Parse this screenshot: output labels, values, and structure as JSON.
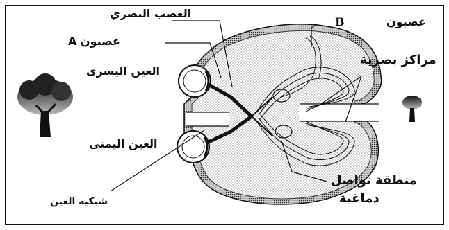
{
  "labels": {
    "optic_nerve": "العصب البصري",
    "neuron_a": "عصبون A",
    "neuron_b": "عصبون",
    "letter_b": "B",
    "left_eye": "العين اليسرى",
    "right_eye": "العين اليمنى",
    "retina": "شبكية العين",
    "visual_centers": "مراكز بصرية",
    "contact_zone_line1": "منطقة تواصل",
    "contact_zone_line2": "دماغية"
  },
  "icons": [
    "tree-large-icon",
    "tree-small-icon"
  ],
  "colors": {
    "ink": "#111111",
    "background": "#ffffff",
    "stipple": "#8a8a8a"
  }
}
